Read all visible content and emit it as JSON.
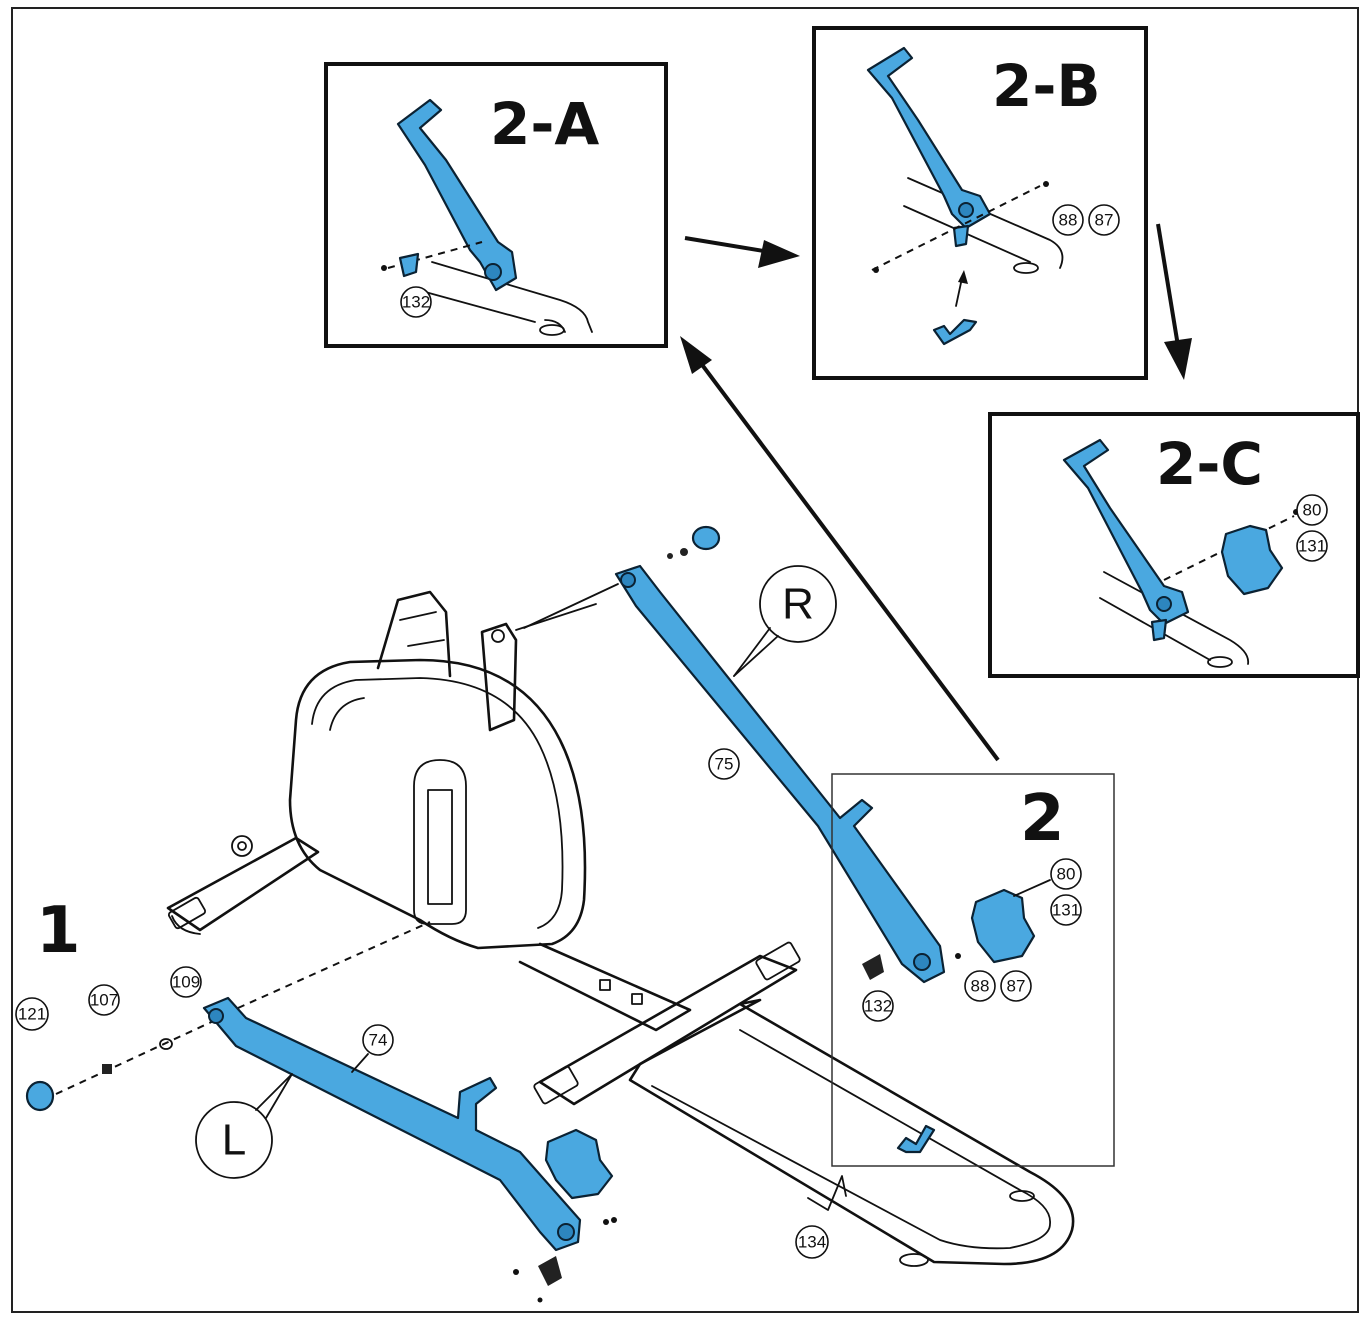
{
  "steps": {
    "step1": "1",
    "step2": "2",
    "inset_a": "2-A",
    "inset_b": "2-B",
    "inset_c": "2-C"
  },
  "sides": {
    "right": "R",
    "left": "L"
  },
  "callouts": {
    "inset_a_132": "132",
    "inset_b_88": "88",
    "inset_b_87": "87",
    "inset_c_80": "80",
    "inset_c_131": "131",
    "main_75": "75",
    "main_80": "80",
    "main_131": "131",
    "main_132": "132",
    "main_88": "88",
    "main_87": "87",
    "main_121": "121",
    "main_107": "107",
    "main_109": "109",
    "main_74": "74",
    "main_134": "134"
  },
  "colors": {
    "part_highlight": "#4aa8e0",
    "outline": "#111111"
  }
}
